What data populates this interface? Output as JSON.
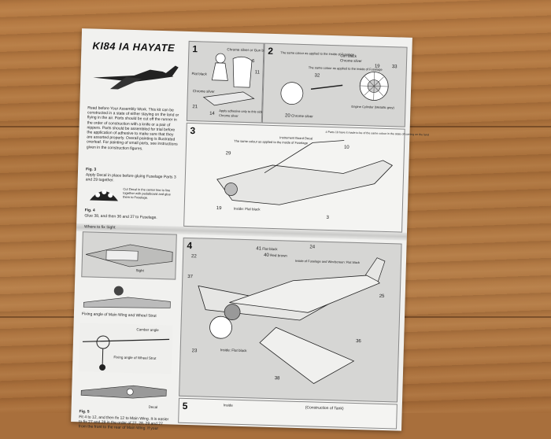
{
  "sheet": {
    "title": "KI84 IA HAYATE",
    "intro": "Read before Your Assembly Work. This kit can be constructed in a state of either staying on the land or flying in the air. Parts should be cut off the runner in the order of construction with a knife or a pair of nippers. Parts should be assembled for trial before the application of adhesive to make sure that they are assorted properly. Overall painting is illustrated overleaf. For painting of small parts, see instructions given in the construction figures.",
    "fig3_label": "Fig. 3",
    "fig3_text": "Apply Decal in place before gluing Fuselage Parts 3 and 29 together.",
    "fig3_note": "Cut Decal in the center line to line together with pedalboard and glue them to Fuselage.",
    "fig4_label": "Fig. 4",
    "fig4_text": "Glue 38, and then 36 and 37 to Fuselage.",
    "sight_label": "Where to fix Sight",
    "sight_part": "Sight",
    "wing_label": "Fixing angle of Main Wing and Wheel Strut",
    "camber_label": "Camber angle",
    "strut_label": "Fixing angle of Wheel Strut",
    "decal_label": "Decal",
    "fig5_label": "Fig. 5",
    "fig5_text": "Fit 4 to 12, and then fix 12 to Main Wing. It is easier to fix 27 and 28 in the order of 27, 28, 29 and 27 from the front to the rear of Main Wing. If your"
  },
  "steps": {
    "s1": {
      "num": "1",
      "labels": [
        "Chrome silver or Gun black",
        "Flat black",
        "Chrome silver",
        "Apply adhesive only to this side",
        "Chrome silver"
      ],
      "parts": [
        "6",
        "11",
        "14",
        "21"
      ]
    },
    "s2": {
      "num": "2",
      "labels": [
        "The same colour as applied to the inside of Fuselage",
        "Gun Black",
        "Chrome silver",
        "The same colour as applied to the inside of Fuselage",
        "Engine Cylinder (Metallic grey)",
        "Chrome silver"
      ],
      "parts": [
        "19",
        "33",
        "32",
        "20"
      ]
    },
    "s3": {
      "num": "3",
      "labels": [
        "The same colour as applied to the inside of Fuselage",
        "Instrument Board Decal",
        "4 Parts 19 have it made to be of the same colour in the state of coming on the land",
        "Inside: Flat black"
      ],
      "parts": [
        "29",
        "10",
        "19",
        "3"
      ]
    },
    "s4": {
      "num": "4",
      "labels": [
        "Flat black",
        "Red brown",
        "Inside of Fuselage and Windscreen: Flat black",
        "Inside: Flat black"
      ],
      "parts": [
        "22",
        "41",
        "40",
        "24",
        "37",
        "25",
        "36",
        "23",
        "38"
      ]
    },
    "s5": {
      "num": "5",
      "labels": [
        "Inside",
        "(Construction of Tank)"
      ]
    }
  },
  "colors": {
    "paper": "#f1f1ef",
    "panel": "#d6d6d4",
    "ink": "#111111",
    "wood": "#a9703b"
  }
}
